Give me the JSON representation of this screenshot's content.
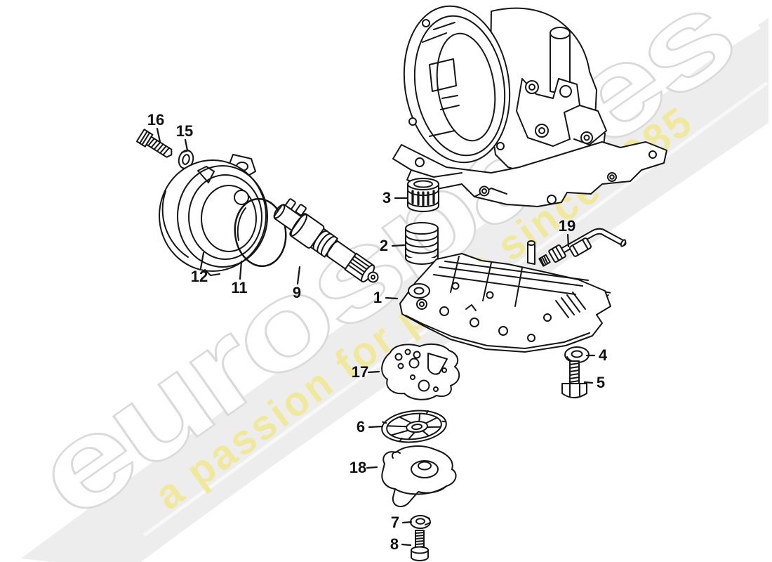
{
  "watermark": {
    "brand": "eurospares",
    "tagline": "a passion for parts since 1985",
    "brand_fill": "#ffffff",
    "brand_outline": "#dadada",
    "tagline_color": "#f0e99b",
    "swoosh_color": "#ededed"
  },
  "diagram": {
    "line_color": "#151515",
    "callouts": [
      {
        "number": "16",
        "part_icon": "hex-bolt-icon"
      },
      {
        "number": "15",
        "part_icon": "clip-icon"
      },
      {
        "number": "12",
        "part_icon": "pump-housing-icon"
      },
      {
        "number": "11",
        "part_icon": "seal-ring-icon"
      },
      {
        "number": "9",
        "part_icon": "pump-shaft-icon"
      },
      {
        "number": "3",
        "part_icon": "strainer-icon"
      },
      {
        "number": "2",
        "part_icon": "coil-spring-icon"
      },
      {
        "number": "1",
        "part_icon": "valve-body-icon"
      },
      {
        "number": "19",
        "part_icon": "oil-pipe-icon"
      },
      {
        "number": "4",
        "part_icon": "washer-icon"
      },
      {
        "number": "5",
        "part_icon": "hex-bolt-icon"
      },
      {
        "number": "17",
        "part_icon": "gasket-icon"
      },
      {
        "number": "6",
        "part_icon": "strainer-disc-icon"
      },
      {
        "number": "18",
        "part_icon": "cover-plate-icon"
      },
      {
        "number": "7",
        "part_icon": "lock-washer-icon"
      },
      {
        "number": "8",
        "part_icon": "cheese-head-bolt-icon"
      }
    ]
  }
}
